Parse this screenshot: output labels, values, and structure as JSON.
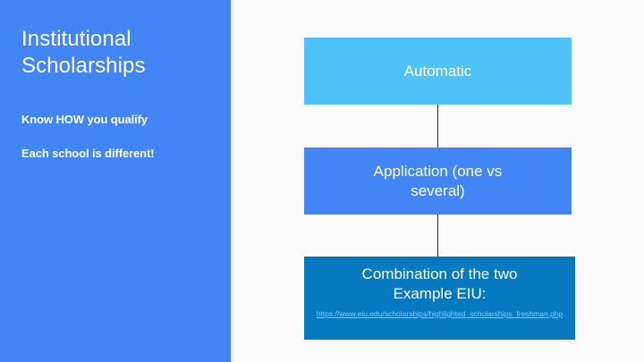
{
  "slide": {
    "background_color": "#f9f9f9",
    "sidebar": {
      "background_color": "#4285f4",
      "title": "Institutional\nScholarships",
      "bullets": [
        "Know HOW you qualify",
        "Each school is different!"
      ]
    },
    "diagram": {
      "type": "vertical-flow",
      "boxes": [
        {
          "label": "Automatic",
          "color": "#4fc3f7"
        },
        {
          "label": "Application (one vs\nseveral)",
          "color": "#4285f4"
        },
        {
          "label": "Combination of the two\nExample EIU:",
          "color": "#0679c0",
          "link_text": "https://www.eiu.edu/scholarships/highlighted_scholarships_freshman.php",
          "link_color": "#7ecbf5"
        }
      ],
      "connector_color": "#222222"
    }
  }
}
